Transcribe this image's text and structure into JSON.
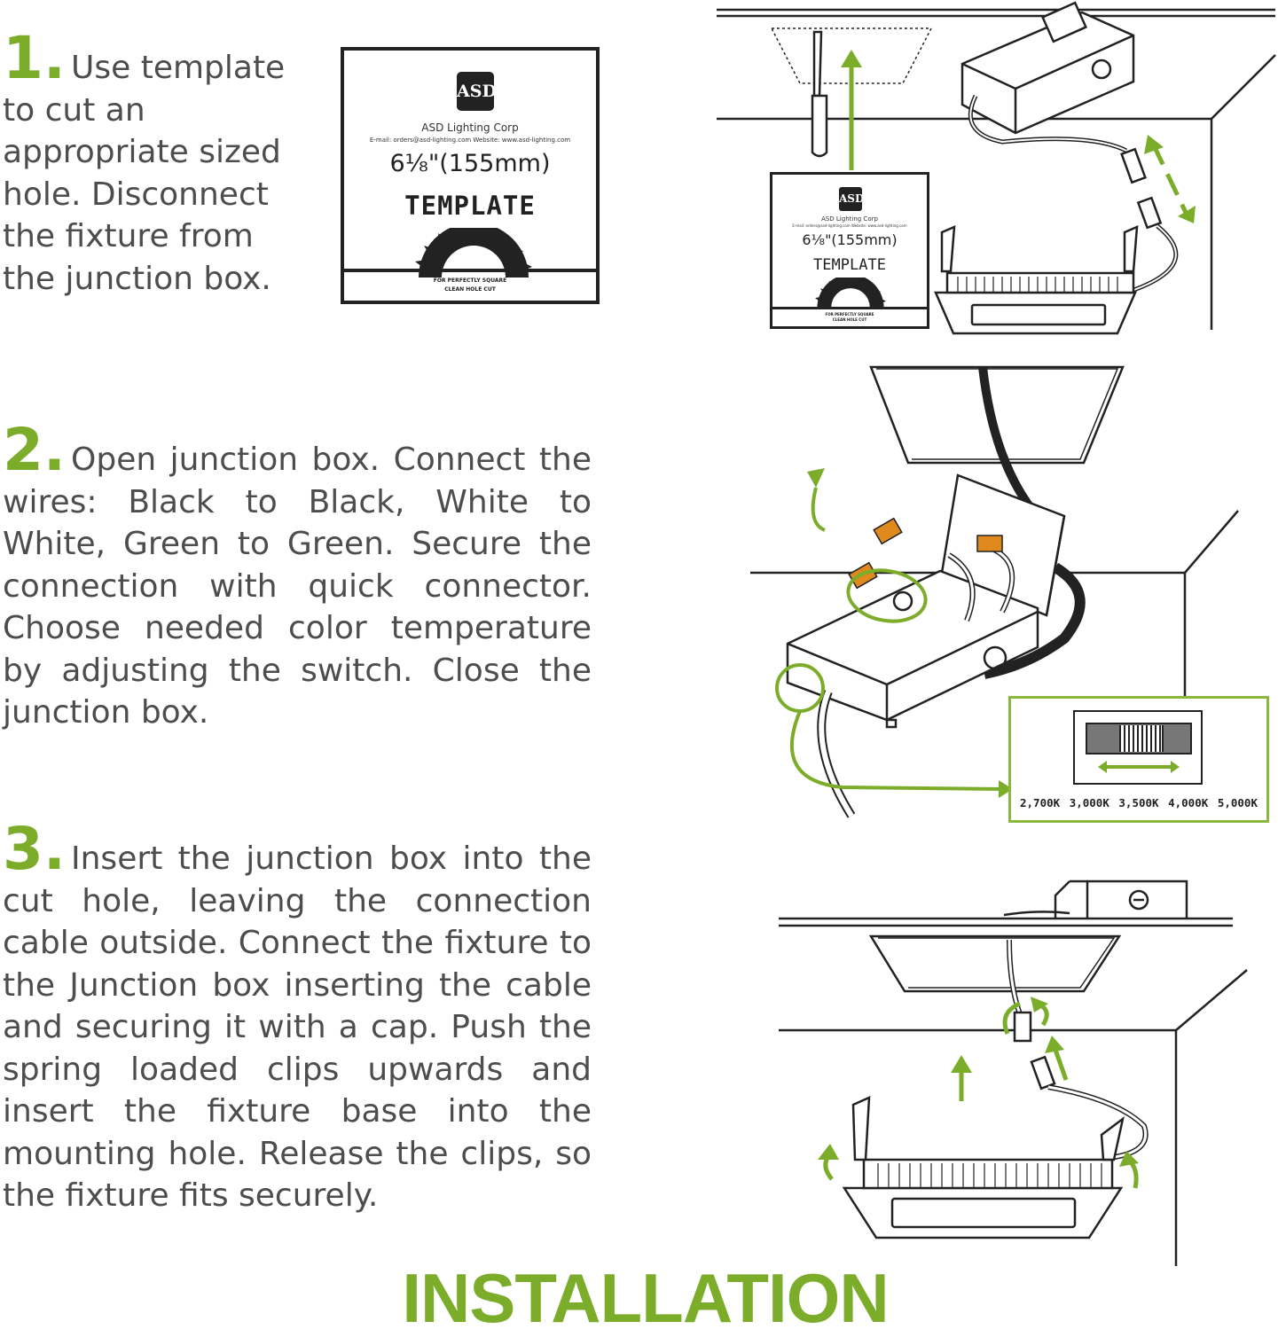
{
  "steps": [
    {
      "number": "1.",
      "text": "Use template to cut an appropriate sized hole. Disconnect the fixture from the junction box."
    },
    {
      "number": "2.",
      "text": "Open junction box. Connect the wires: Black to Black, White to White, Green to Green. Secure the connection with quick connector. Choose needed color temperature by adjusting the switch. Close the junction box."
    },
    {
      "number": "3.",
      "text": "Insert the junction box into the cut hole, leaving the connection cable outside. Connect the fixture to the Junction box inserting the cable and securing it with a cap. Push the spring loaded clips upwards and insert the fixture base into the mounting hole. Release the clips, so the fixture fits securely."
    }
  ],
  "template_card": {
    "logo": "ASD",
    "company": "ASD Lighting Corp",
    "contact": "E-mail: orders@asd-lighting.com  Website: www.asd-lighting.com",
    "size": "6⅛\"(155mm)",
    "label": "TEMPLATE",
    "footer_line1": "FOR PERFECTLY SQUARE",
    "footer_line2": "CLEAN HOLE CUT"
  },
  "color_temperatures": [
    "2,700K",
    "3,000K",
    "3,500K",
    "4,000K",
    "5,000K"
  ],
  "title": "INSTALLATION",
  "colors": {
    "accent": "#7bad2b",
    "text": "#4d4d4d",
    "line": "#222222",
    "inset_border": "#8ab73d"
  }
}
